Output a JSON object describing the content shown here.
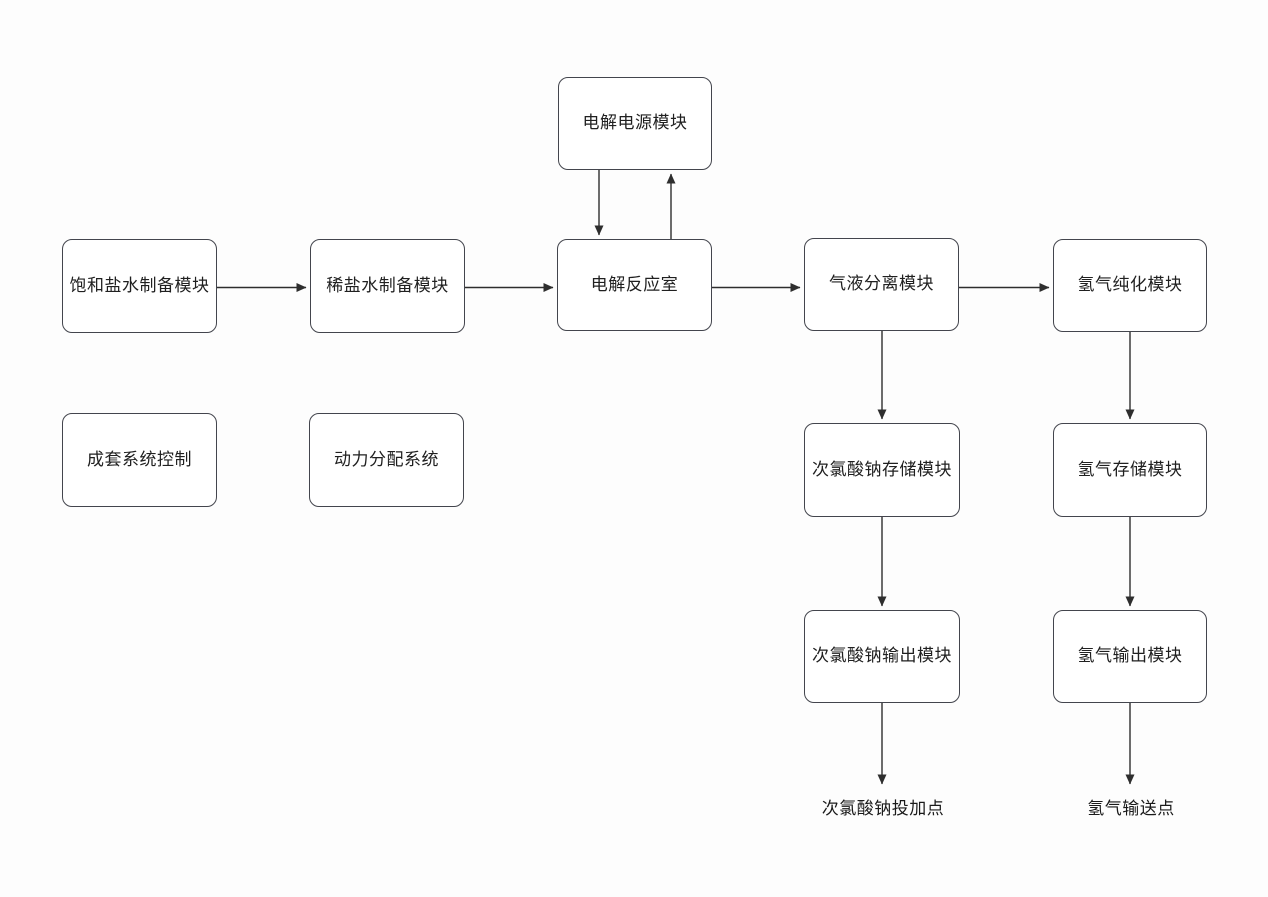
{
  "diagram": {
    "type": "flowchart",
    "nodes": {
      "power_module": {
        "label": "电解电源模块"
      },
      "saturated_brine": {
        "label": "饱和盐水制备模块"
      },
      "dilute_brine": {
        "label": "稀盐水制备模块"
      },
      "electrolysis_chamber": {
        "label": "电解反应室"
      },
      "gas_liquid_separation": {
        "label": "气液分离模块"
      },
      "hydrogen_purification": {
        "label": "氢气纯化模块"
      },
      "system_control": {
        "label": "成套系统控制"
      },
      "power_distribution": {
        "label": "动力分配系统"
      },
      "naclo_storage": {
        "label": "次氯酸钠存储模块"
      },
      "hydrogen_storage": {
        "label": "氢气存储模块"
      },
      "naclo_output": {
        "label": "次氯酸钠输出模块"
      },
      "hydrogen_output": {
        "label": "氢气输出模块"
      }
    },
    "terminals": {
      "naclo_dosing_point": {
        "label": "次氯酸钠投加点"
      },
      "hydrogen_delivery_point": {
        "label": "氢气输送点"
      }
    },
    "edges": [
      {
        "from": "saturated_brine",
        "to": "dilute_brine",
        "direction": "right"
      },
      {
        "from": "dilute_brine",
        "to": "electrolysis_chamber",
        "direction": "right"
      },
      {
        "from": "power_module",
        "to": "electrolysis_chamber",
        "direction": "down"
      },
      {
        "from": "electrolysis_chamber",
        "to": "power_module",
        "direction": "up"
      },
      {
        "from": "electrolysis_chamber",
        "to": "gas_liquid_separation",
        "direction": "right"
      },
      {
        "from": "gas_liquid_separation",
        "to": "hydrogen_purification",
        "direction": "right"
      },
      {
        "from": "gas_liquid_separation",
        "to": "naclo_storage",
        "direction": "down"
      },
      {
        "from": "naclo_storage",
        "to": "naclo_output",
        "direction": "down"
      },
      {
        "from": "naclo_output",
        "to": "naclo_dosing_point",
        "direction": "down"
      },
      {
        "from": "hydrogen_purification",
        "to": "hydrogen_storage",
        "direction": "down"
      },
      {
        "from": "hydrogen_storage",
        "to": "hydrogen_output",
        "direction": "down"
      },
      {
        "from": "hydrogen_output",
        "to": "hydrogen_delivery_point",
        "direction": "down"
      }
    ],
    "colors": {
      "node_border": "#43454d",
      "node_fill": "#ffffff",
      "edge": "#2e2e2e",
      "text": "#202020",
      "background": "#fdfdfd"
    }
  }
}
